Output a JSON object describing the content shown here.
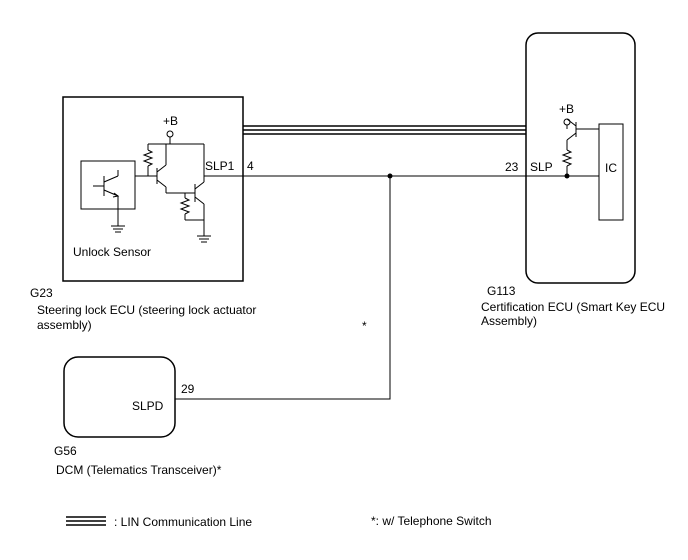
{
  "components": {
    "steering_lock": {
      "code": "G23",
      "name_line1": "Steering lock ECU (steering lock actuator",
      "name_line2": "assembly)",
      "sensor_label": "Unlock Sensor",
      "pin_name": "SLP1",
      "pin_number": "4",
      "supply": "+B"
    },
    "certification": {
      "code": "G113",
      "name_line1": "Certification ECU (Smart Key ECU",
      "name_line2": "Assembly)",
      "pin_name": "SLP",
      "pin_number": "23",
      "supply": "+B",
      "ic_label": "IC"
    },
    "dcm": {
      "code": "G56",
      "name": "DCM (Telematics Transceiver)*",
      "pin_name": "SLPD",
      "pin_number": "29"
    }
  },
  "branch_mark": "*",
  "legend": {
    "lin_label": ": LIN Communication Line",
    "note": "*: w/ Telephone Switch"
  }
}
